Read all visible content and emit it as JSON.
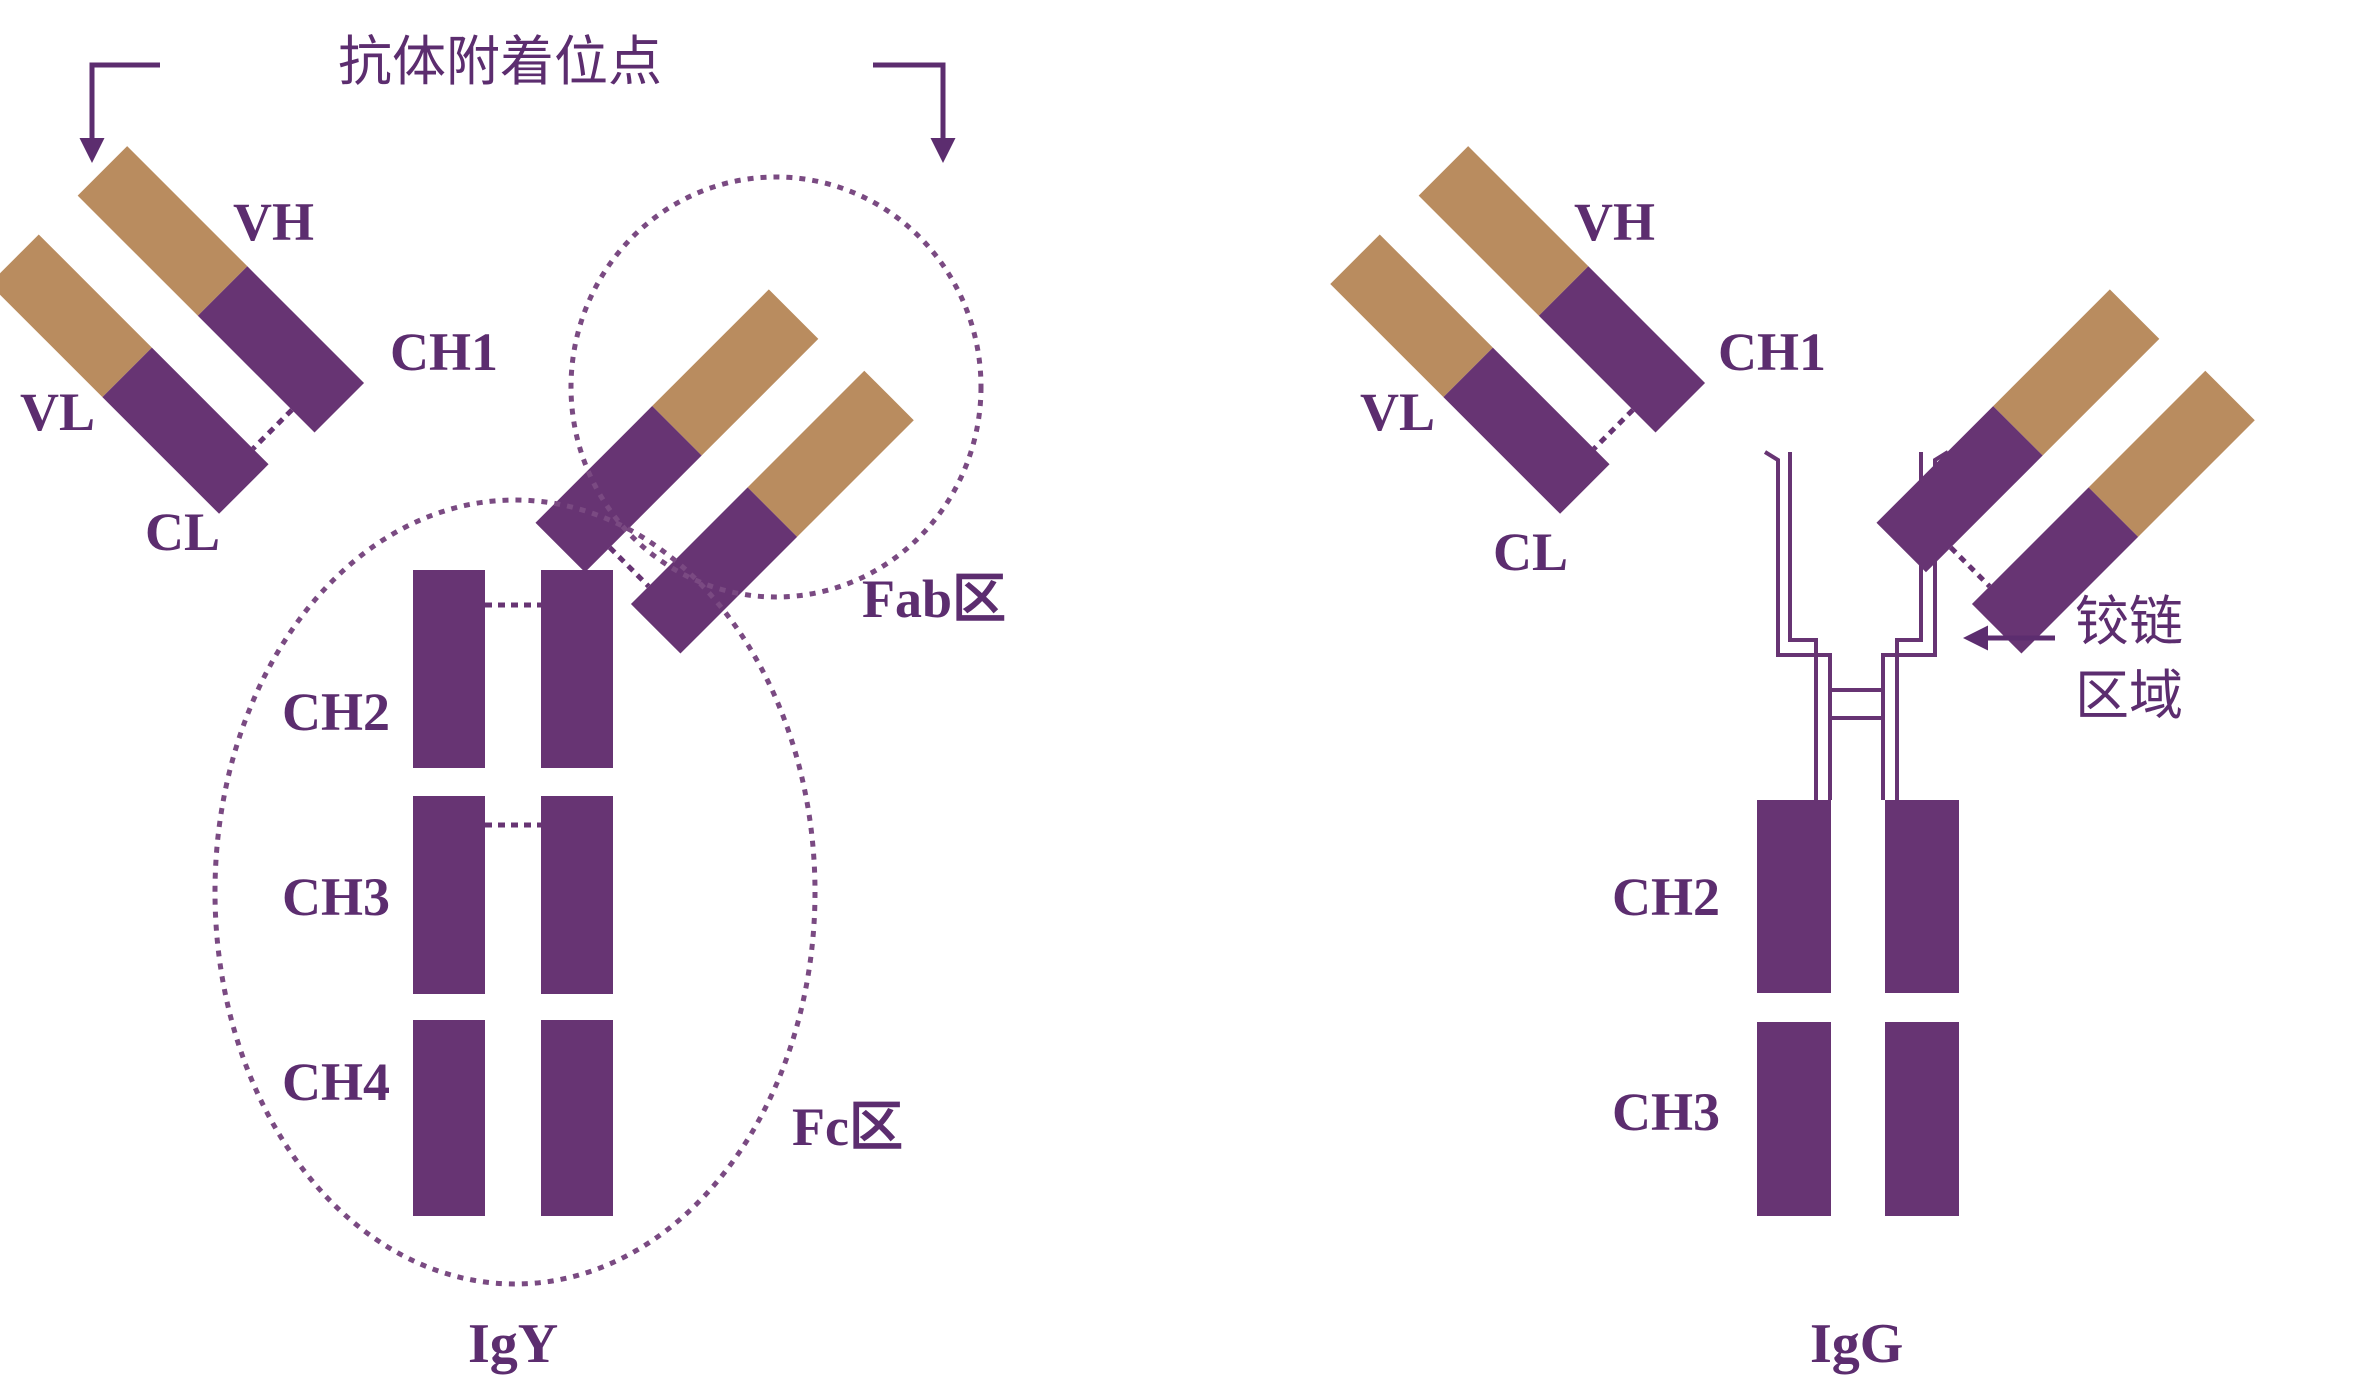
{
  "colors": {
    "variable": "#b98c5f",
    "constant": "#673473",
    "text": "#5c2d6f",
    "dotted": "#7a4a82"
  },
  "igy": {
    "title": "IgY",
    "attach_label": "抗体附着位点",
    "vh": "VH",
    "vl": "VL",
    "ch1": "CH1",
    "cl": "CL",
    "ch2": "CH2",
    "ch3": "CH3",
    "ch4": "CH4",
    "fab_label": "Fab区",
    "fc_label": "Fc区"
  },
  "igg": {
    "title": "IgG",
    "vh": "VH",
    "vl": "VL",
    "ch1": "CH1",
    "cl": "CL",
    "ch2": "CH2",
    "ch3": "CH3",
    "hinge_line1": "铰链",
    "hinge_line2": "区域"
  }
}
